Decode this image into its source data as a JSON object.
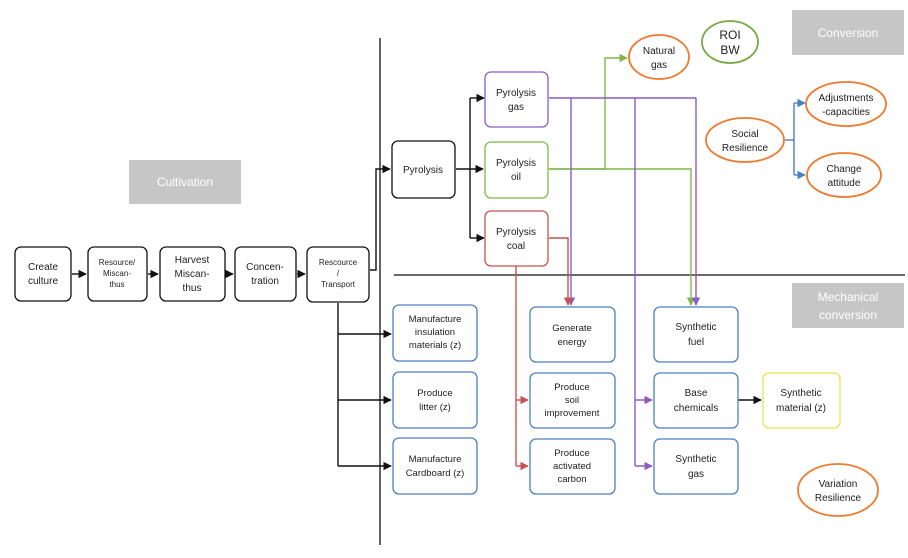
{
  "colors": {
    "black": "#111111",
    "purple": "#8a5cc4",
    "green": "#80b84a",
    "red": "#c8524f",
    "blue": "#4a7fc4",
    "yellow": "#e6e64a",
    "orange": "#ef7a2e",
    "olive": "#7aa84a",
    "banner_bg": "#c6c6c6",
    "banner_text": "#ffffff"
  },
  "banners": {
    "cultivation": "Cultivation",
    "conversion": "Conversion",
    "mechanical": [
      "Mechanical",
      "conversion"
    ]
  },
  "nodes": {
    "create_culture": [
      "Create",
      "culture"
    ],
    "resource_miscanthus": [
      "Resource/",
      "Miscan-",
      "thus"
    ],
    "harvest_miscanthus": [
      "Harvest",
      "Miscan-",
      "thus"
    ],
    "concentration": [
      "Concen-",
      "tration"
    ],
    "resource_transport": [
      "Rescource",
      "/",
      "Transport"
    ],
    "pyrolysis": [
      "Pyrolysis"
    ],
    "pyrolysis_gas": [
      "Pyrolysis",
      "gas"
    ],
    "pyrolysis_oil": [
      "Pyrolysis",
      "oil"
    ],
    "pyrolysis_coal": [
      "Pyrolysis",
      "coal"
    ],
    "insulation": [
      "Manufacture",
      "insulation",
      "materials (z)"
    ],
    "litter": [
      "Produce",
      "litter (z)"
    ],
    "cardboard": [
      "Manufacture",
      "Cardboard (z)"
    ],
    "generate_energy": [
      "Generate",
      "energy"
    ],
    "soil_improvement": [
      "Produce",
      "soil",
      "improvement"
    ],
    "activated_carbon": [
      "Produce",
      "activated",
      "carbon"
    ],
    "synthetic_fuel": [
      "Synthetic",
      "fuel"
    ],
    "base_chemicals": [
      "Base",
      "chemicals"
    ],
    "synthetic_gas": [
      "Synthetic",
      "gas"
    ],
    "synthetic_material": [
      "Synthetic",
      "material (z)"
    ]
  },
  "ellipses": {
    "natural_gas": [
      "Natural",
      "gas"
    ],
    "roi_bw": [
      "ROI",
      "BW"
    ],
    "social_resilience": [
      "Social",
      "Resilience"
    ],
    "adjustments": [
      "Adjustments",
      "-capacities"
    ],
    "change_attitude": [
      "Change",
      "attitude"
    ],
    "variation_resilience": [
      "Variation",
      "Resilience"
    ]
  }
}
